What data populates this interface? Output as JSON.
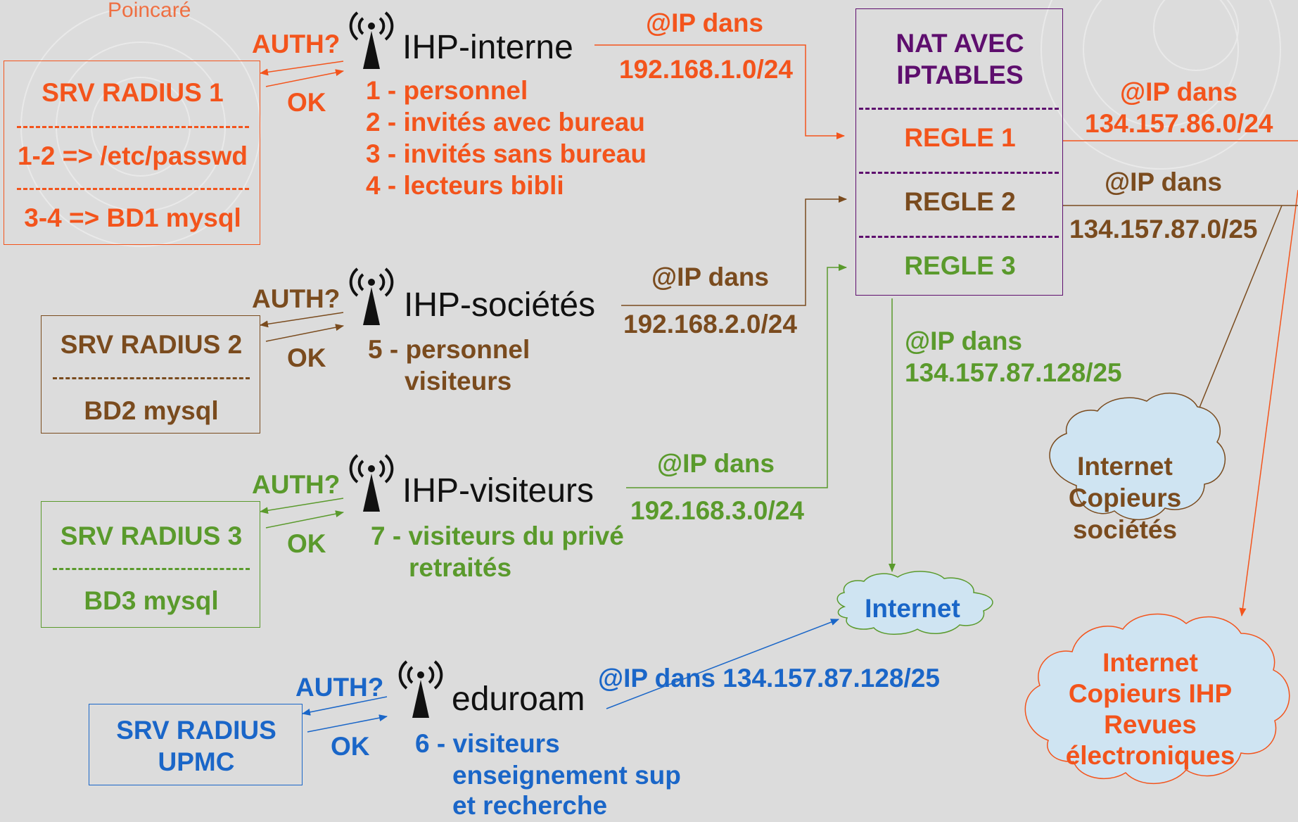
{
  "watermark": {
    "text": "Poincaré"
  },
  "colors": {
    "orange": "#f3541c",
    "brown": "#7a4b1e",
    "green": "#5a9a2c",
    "blue": "#1a66c8",
    "purple": "#5e0e6e",
    "cloud_fill": "#cfe4f2"
  },
  "radius": [
    {
      "title": "SRV RADIUS 1",
      "line1": "1-2 => /etc/passwd",
      "line2": "3-4 => BD1 mysql"
    },
    {
      "title": "SRV RADIUS 2",
      "line1": "BD2 mysql"
    },
    {
      "title": "SRV RADIUS 3",
      "line1": "BD3 mysql"
    },
    {
      "title_l1": "SRV RADIUS",
      "title_l2": "UPMC"
    }
  ],
  "auth_label": "AUTH?",
  "ok_label": "OK",
  "ssids": [
    {
      "name": "IHP-interne",
      "items": [
        "1 - personnel",
        "2 - invités avec bureau",
        "3 - invités sans bureau",
        "4 - lecteurs bibli"
      ],
      "ip_label": "@IP dans",
      "subnet": "192.168.1.0/24"
    },
    {
      "name": "IHP-sociétés",
      "items": [
        "5 - personnel",
        "visiteurs"
      ],
      "ip_label": "@IP dans",
      "subnet": "192.168.2.0/24"
    },
    {
      "name": "IHP-visiteurs",
      "items": [
        "7 - visiteurs du privé",
        "retraités"
      ],
      "ip_label": "@IP dans",
      "subnet": "192.168.3.0/24"
    },
    {
      "name": "eduroam",
      "items": [
        "6 - visiteurs",
        "enseignement sup",
        "et recherche"
      ],
      "ip_text": "@IP dans 134.157.87.128/25"
    }
  ],
  "nat": {
    "title_l1": "NAT AVEC",
    "title_l2": "IPTABLES",
    "rules": [
      "REGLE 1",
      "REGLE 2",
      "REGLE 3"
    ]
  },
  "outputs": [
    {
      "label": "@IP dans",
      "subnet": "134.157.86.0/24"
    },
    {
      "label": "@IP dans",
      "subnet": "134.157.87.0/25"
    },
    {
      "label": "@IP dans",
      "subnet": "134.157.87.128/25"
    }
  ],
  "clouds": [
    {
      "lines": [
        "Internet",
        "Copieurs",
        "sociétés"
      ]
    },
    {
      "lines": [
        "Internet"
      ]
    },
    {
      "lines": [
        "Internet",
        "Copieurs IHP",
        "Revues",
        "électroniques"
      ]
    }
  ]
}
